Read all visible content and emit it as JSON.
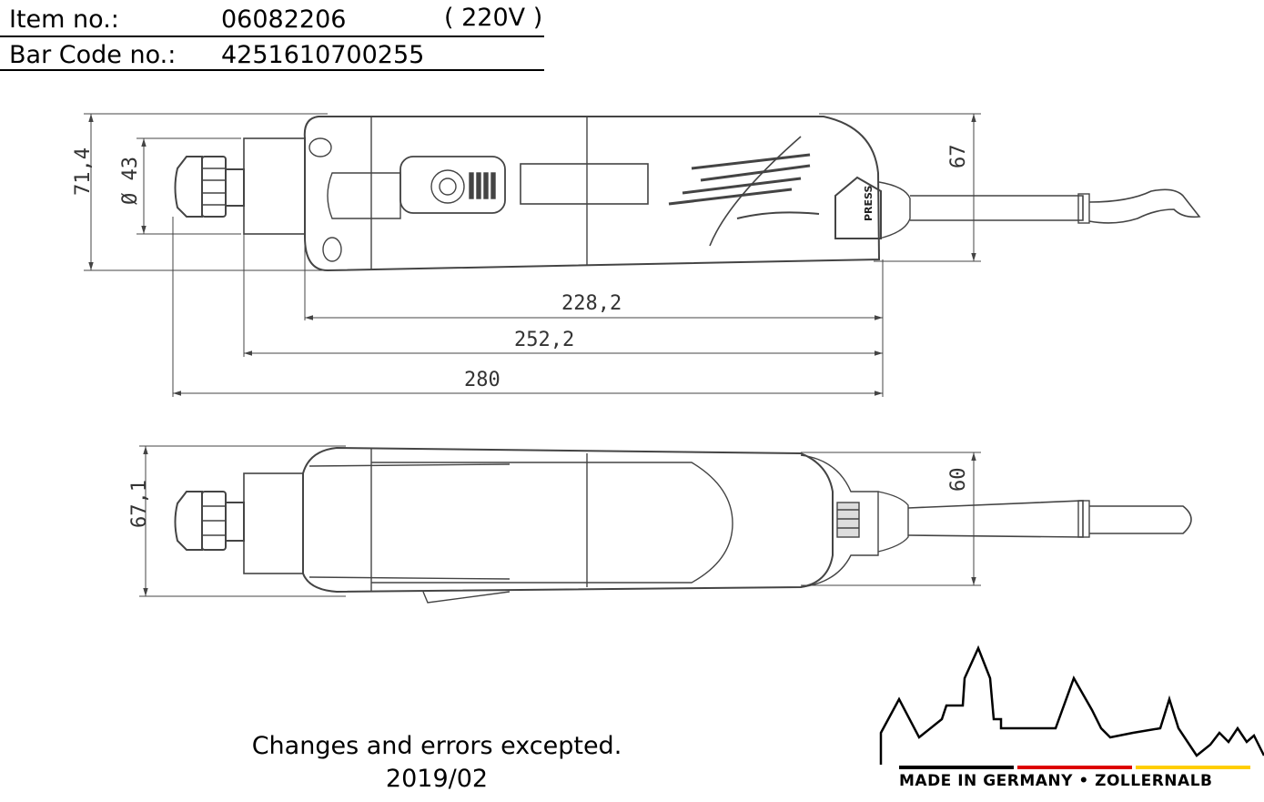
{
  "header": {
    "item_label": "Item no.:",
    "item_value": "06082206",
    "voltage": "( 220V )",
    "barcode_label": "Bar Code no.:",
    "barcode_value": "4251610700255"
  },
  "dimensions": {
    "height_total": "71,4",
    "diameter": "Ø 43",
    "height_rear": "67",
    "length_body": "228,2",
    "length_mid": "252,2",
    "length_total": "280",
    "width_total": "67,1",
    "width_rear": "60"
  },
  "labels": {
    "press": "PRESS"
  },
  "footer": {
    "disclaimer": "Changes and errors excepted.",
    "date": "2019/02"
  },
  "logo": {
    "text": "MADE IN GERMANY • ZOLLERNALB",
    "colors": [
      "#000000",
      "#dd0000",
      "#ffce00"
    ]
  }
}
